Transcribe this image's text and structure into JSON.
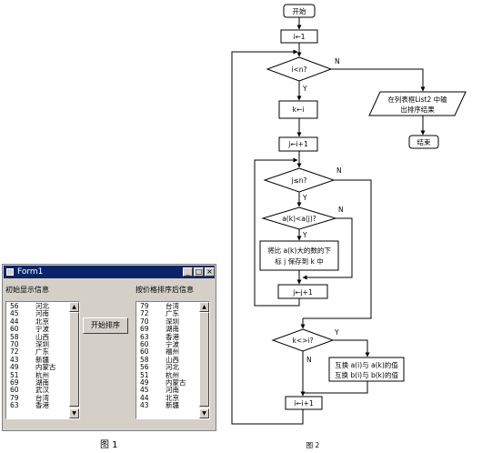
{
  "figure1": {
    "caption": "图 1",
    "window": {
      "title": "Form1",
      "minimize": "_",
      "maximize": "□",
      "close": "×"
    },
    "left_label": "初始显示信息",
    "right_label": "按价格排序后信息",
    "sort_button": "开始排序",
    "left_list": [
      {
        "price": "56",
        "city": "河北"
      },
      {
        "price": "45",
        "city": "河南"
      },
      {
        "price": "44",
        "city": "北京"
      },
      {
        "price": "60",
        "city": "宁波"
      },
      {
        "price": "58",
        "city": "山西"
      },
      {
        "price": "70",
        "city": "深圳"
      },
      {
        "price": "72",
        "city": "广东"
      },
      {
        "price": "43",
        "city": "新疆"
      },
      {
        "price": "49",
        "city": "内蒙古"
      },
      {
        "price": "51",
        "city": "杭州"
      },
      {
        "price": "69",
        "city": "湖南"
      },
      {
        "price": "60",
        "city": "武汉"
      },
      {
        "price": "79",
        "city": "台湾"
      },
      {
        "price": "63",
        "city": "香港"
      }
    ],
    "right_list": [
      {
        "price": "79",
        "city": "台湾"
      },
      {
        "price": "72",
        "city": "广东"
      },
      {
        "price": "70",
        "city": "深圳"
      },
      {
        "price": "69",
        "city": "湖南"
      },
      {
        "price": "63",
        "city": "香港"
      },
      {
        "price": "60",
        "city": "宁波"
      },
      {
        "price": "60",
        "city": "福州"
      },
      {
        "price": "58",
        "city": "山西"
      },
      {
        "price": "56",
        "city": "河北"
      },
      {
        "price": "51",
        "city": "杭州"
      },
      {
        "price": "49",
        "city": "内蒙古"
      },
      {
        "price": "45",
        "city": "河南"
      },
      {
        "price": "44",
        "city": "北京"
      },
      {
        "price": "43",
        "city": "新疆"
      }
    ]
  },
  "figure2": {
    "caption": "图 2",
    "start": "开始",
    "init_i": "i←1",
    "cond_outer": "i<n?",
    "yes": "Y",
    "no": "N",
    "assign_k": "k←i",
    "init_j": "j←i+1",
    "cond_inner": "j≤n?",
    "cond_compare": "a(k)<a(j)?",
    "note_line1": "将比 a(k)大的数的下",
    "note_line2": "标 j 保存到 k 中",
    "inc_j": "j←j+1",
    "cond_swap": "k<>i?",
    "swap_line1": "互换 a(i)与 a(k)的值",
    "swap_line2": "互换 b(i)与 b(k)的值",
    "inc_i": "i←i+1",
    "output_line1": "在列表框List2 中输",
    "output_line2": "出排序结果",
    "end": "结束"
  }
}
